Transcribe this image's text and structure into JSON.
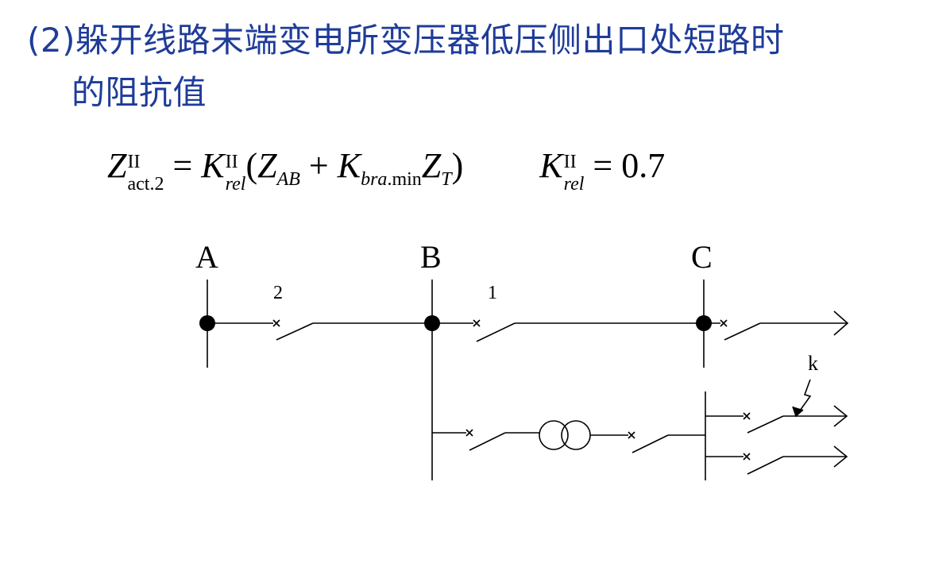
{
  "title": {
    "line1": "(2)躲开线路末端变电所变压器低压侧出口处短路时",
    "line2": "的阻抗值"
  },
  "formula": {
    "main": {
      "lhs_symbol": "Z",
      "lhs_sup": "II",
      "lhs_sub": "act.2",
      "eq": "=",
      "k_symbol": "K",
      "k_sup": "II",
      "k_sub": "rel",
      "open_paren": "(",
      "z_ab_symbol": "Z",
      "z_ab_sub": "AB",
      "plus": "+",
      "kbra_symbol": "K",
      "kbra_sub_italic": "bra",
      "kbra_sub_rest": ".min",
      "zt_symbol": "Z",
      "zt_sub": "T",
      "close_paren": ")"
    },
    "coefficient": {
      "symbol": "K",
      "sup": "II",
      "sub": "rel",
      "eq": "=",
      "value": "0.7"
    }
  },
  "diagram": {
    "bus_labels": {
      "a": "A",
      "b": "B",
      "c": "C"
    },
    "breaker_labels": {
      "breaker_2": "2",
      "breaker_1": "1"
    },
    "fault_label": "k"
  }
}
